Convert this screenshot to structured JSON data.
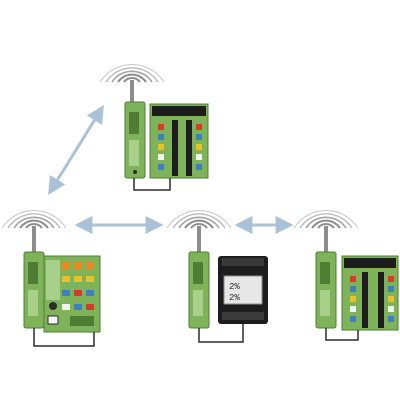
{
  "diagram": {
    "colors": {
      "background": "#ffffff",
      "device_green": "#7fb35a",
      "device_green_dark": "#4e7d33",
      "device_green_light": "#a9d08a",
      "signal_gray": "#8d8d8d",
      "link_arrow": "#a9c2d8",
      "cable": "#2b2b2b",
      "module_black": "#1d1d1d",
      "display_screen": "#e7e7e7",
      "terminal_orange": "#e88a24",
      "terminal_red": "#d63a2a",
      "terminal_blue": "#3e7fc1",
      "terminal_yellow": "#e8c22a",
      "terminal_white": "#f3f3f3"
    },
    "nodes": [
      {
        "id": "top",
        "radio": "radio-transceiver",
        "attached": "io-terminal-block",
        "signal": "radio-signal-icon"
      },
      {
        "id": "left",
        "radio": "radio-transceiver",
        "attached": "controller-io-block",
        "signal": "radio-signal-icon"
      },
      {
        "id": "center",
        "radio": "radio-transceiver",
        "attached": "display-module",
        "signal": "radio-signal-icon"
      },
      {
        "id": "right",
        "radio": "radio-transceiver",
        "attached": "io-terminal-block",
        "signal": "radio-signal-icon"
      }
    ],
    "links": [
      {
        "from": "left",
        "to": "top",
        "direction": "bidirectional"
      },
      {
        "from": "left",
        "to": "center",
        "direction": "bidirectional"
      },
      {
        "from": "center",
        "to": "right",
        "direction": "bidirectional"
      }
    ],
    "display_text": [
      "2%",
      "2%"
    ]
  }
}
